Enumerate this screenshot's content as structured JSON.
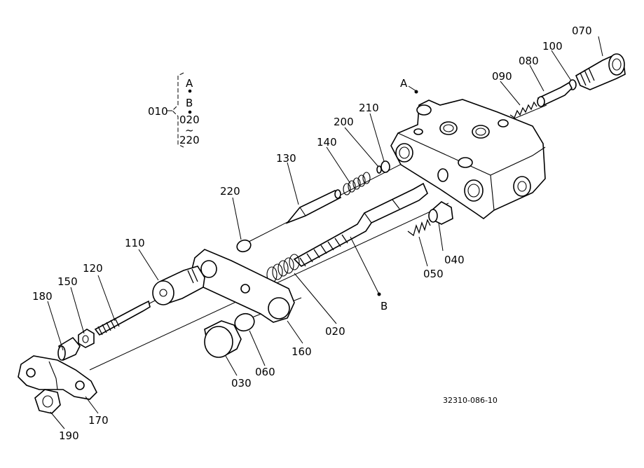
{
  "drawing_code": "32310-086-10",
  "bracket_legend": {
    "assembly": "010",
    "lines": [
      "A",
      "B",
      "020",
      "~",
      "220"
    ]
  },
  "references": {
    "a": "A",
    "b": "B"
  },
  "labels": {
    "p010": "010",
    "p020": "020",
    "p030": "030",
    "p040": "040",
    "p050": "050",
    "p060": "060",
    "p070": "070",
    "p080": "080",
    "p090": "090",
    "p100": "100",
    "p110": "110",
    "p120": "120",
    "p130": "130",
    "p140": "140",
    "p150": "150",
    "p160": "160",
    "p170": "170",
    "p180": "180",
    "p190": "190",
    "p200": "200",
    "p210": "210",
    "p220": "220"
  }
}
